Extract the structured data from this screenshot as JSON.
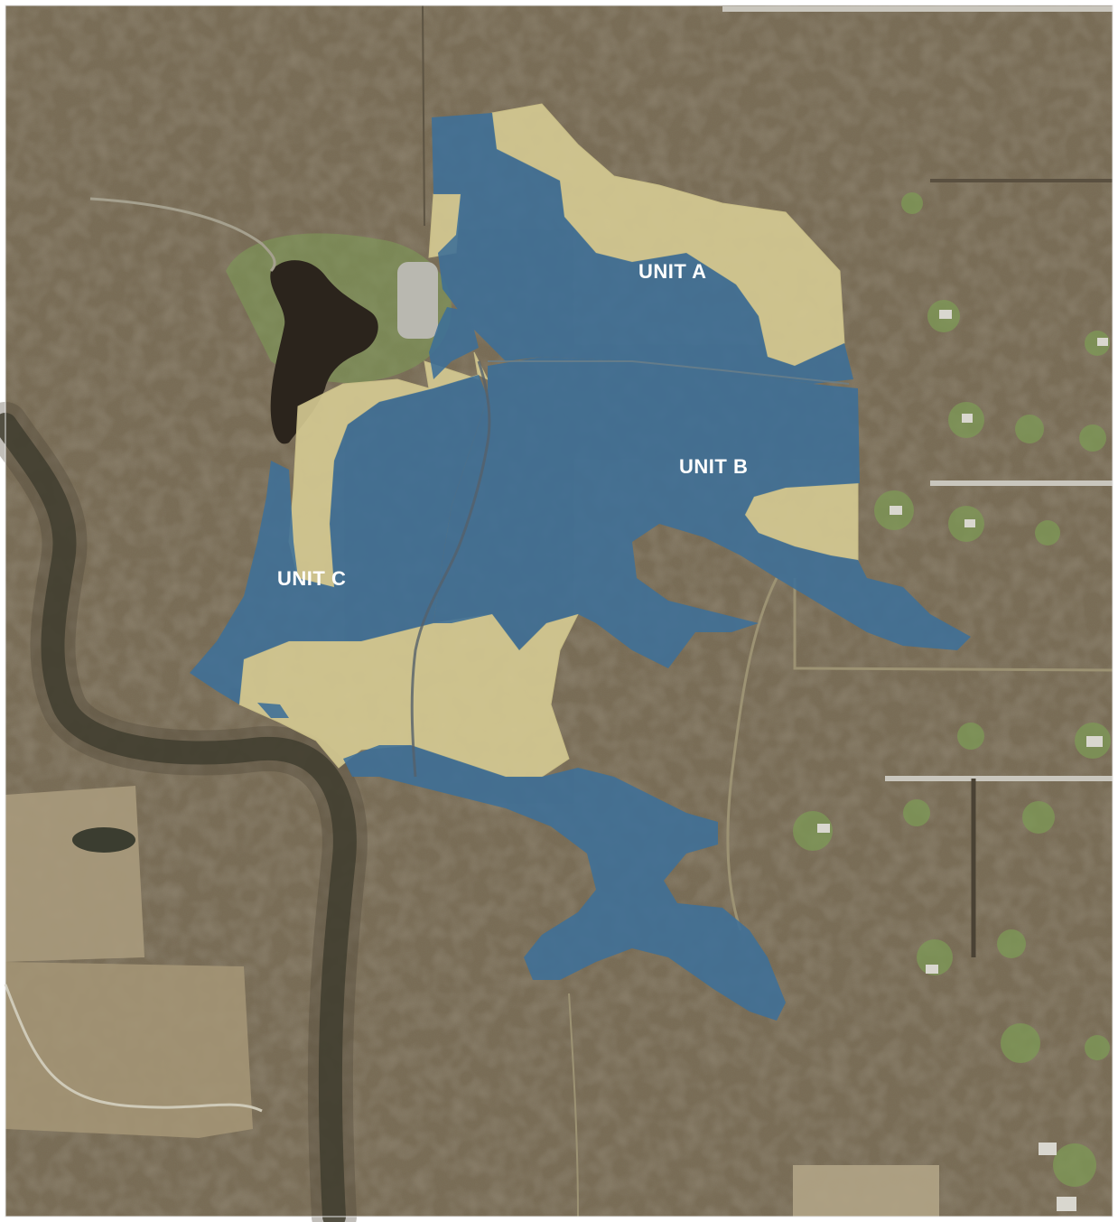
{
  "map": {
    "units": [
      {
        "id": "a",
        "label": "UNIT A"
      },
      {
        "id": "b",
        "label": "UNIT B"
      },
      {
        "id": "c",
        "label": "UNIT C"
      }
    ],
    "colors": {
      "forest": "#6f6450",
      "forest_dark": "#4f4636",
      "fields": "#a99a7c",
      "lawn": "#7d9a56",
      "water": "#2b241c",
      "river": "#3a3a2c",
      "road": "#c9c6bd",
      "unit_blue": "#3d6f98",
      "unit_tan": "#d6cb93"
    }
  }
}
